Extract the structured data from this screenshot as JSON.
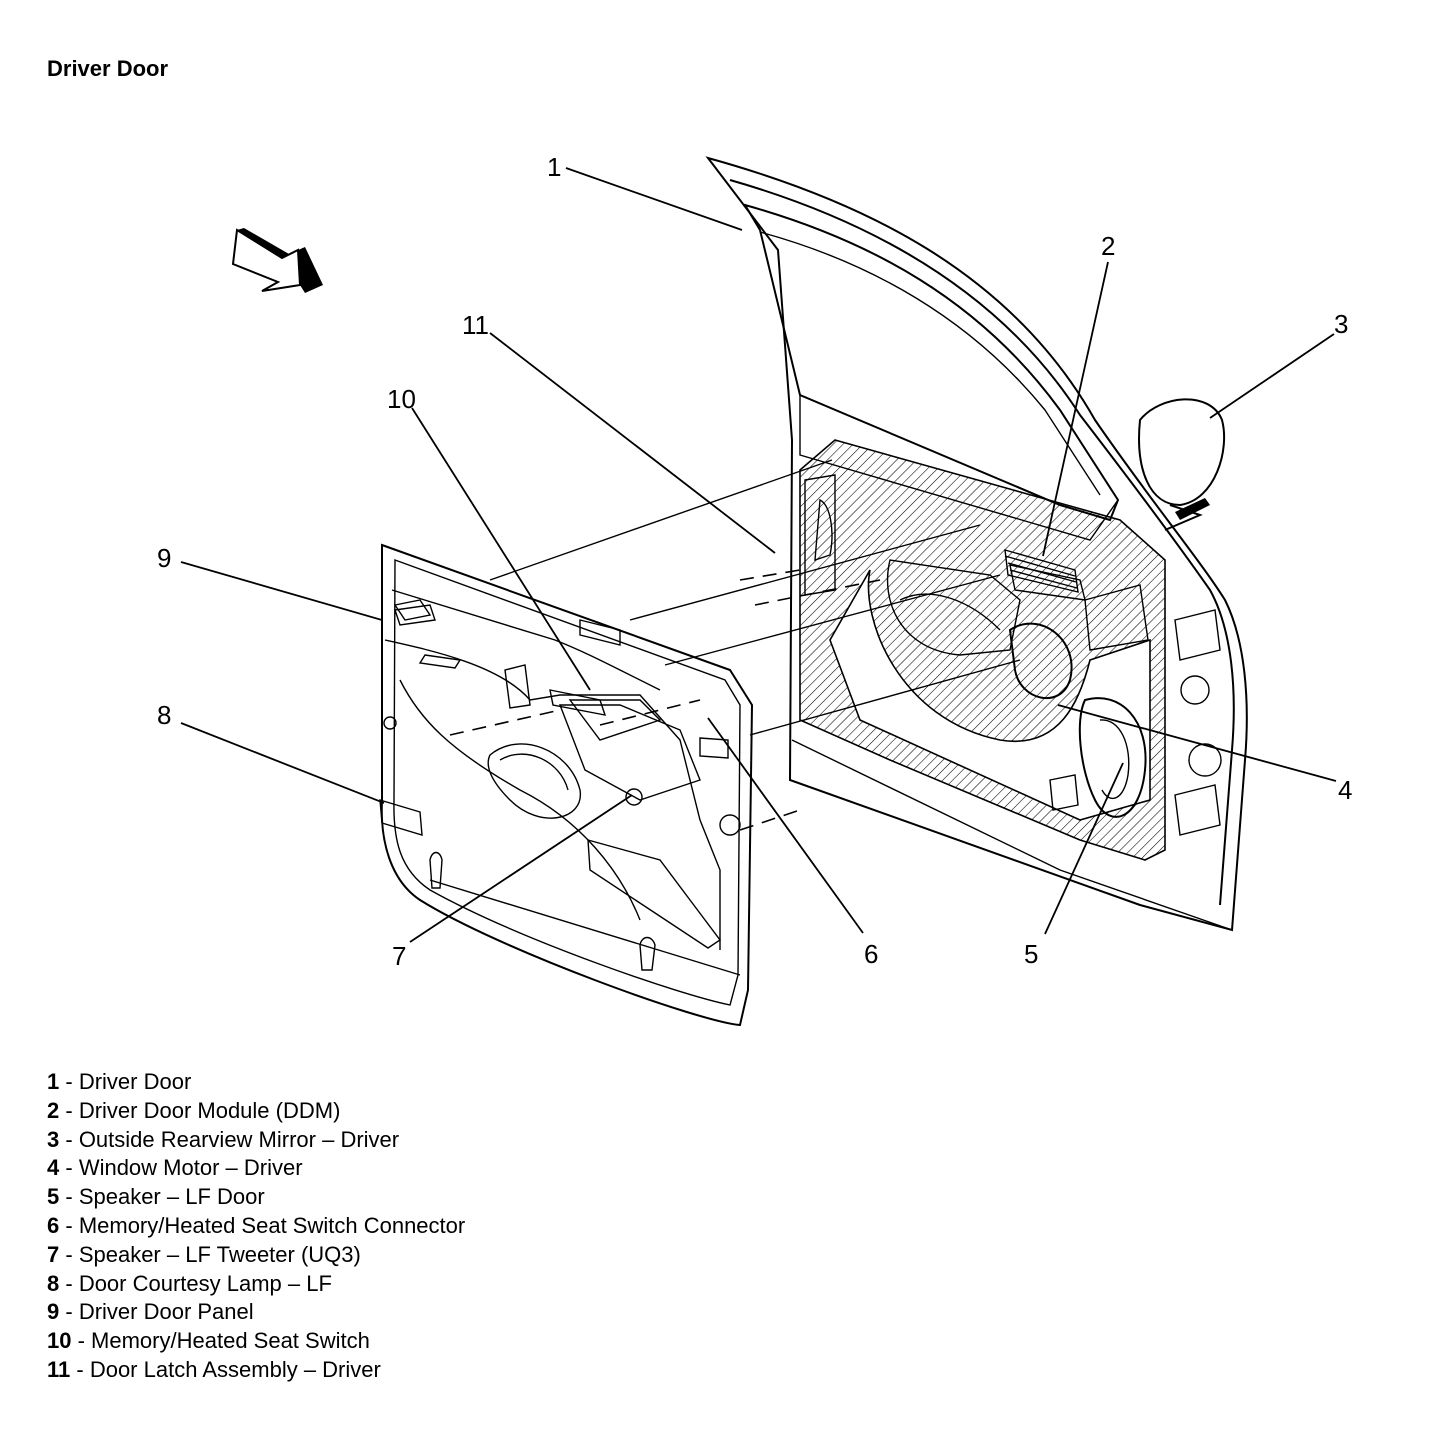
{
  "title": "Driver Door",
  "callouts": [
    "1",
    "2",
    "3",
    "4",
    "5",
    "6",
    "7",
    "8",
    "9",
    "10",
    "11"
  ],
  "legend": [
    {
      "num": "1",
      "sep": " - ",
      "text": "Driver Door"
    },
    {
      "num": "2",
      "sep": " - ",
      "text": "Driver Door Module (DDM)"
    },
    {
      "num": "3",
      "sep": " - ",
      "text": "Outside Rearview Mirror – Driver"
    },
    {
      "num": "4",
      "sep": " - ",
      "text": "Window Motor – Driver"
    },
    {
      "num": "5",
      "sep": " - ",
      "text": "Speaker – LF Door"
    },
    {
      "num": "6",
      "sep": " - ",
      "text": "Memory/Heated Seat Switch Connector"
    },
    {
      "num": "7",
      "sep": " - ",
      "text": "Speaker – LF Tweeter (UQ3)"
    },
    {
      "num": "8",
      "sep": " - ",
      "text": "Door Courtesy Lamp – LF"
    },
    {
      "num": "9",
      "sep": " - ",
      "text": "Driver Door Panel"
    },
    {
      "num": "10",
      "sep": " - ",
      "text": "Memory/Heated Seat Switch"
    },
    {
      "num": "11",
      "sep": " - ",
      "text": "Door Latch Assembly – Driver"
    }
  ]
}
